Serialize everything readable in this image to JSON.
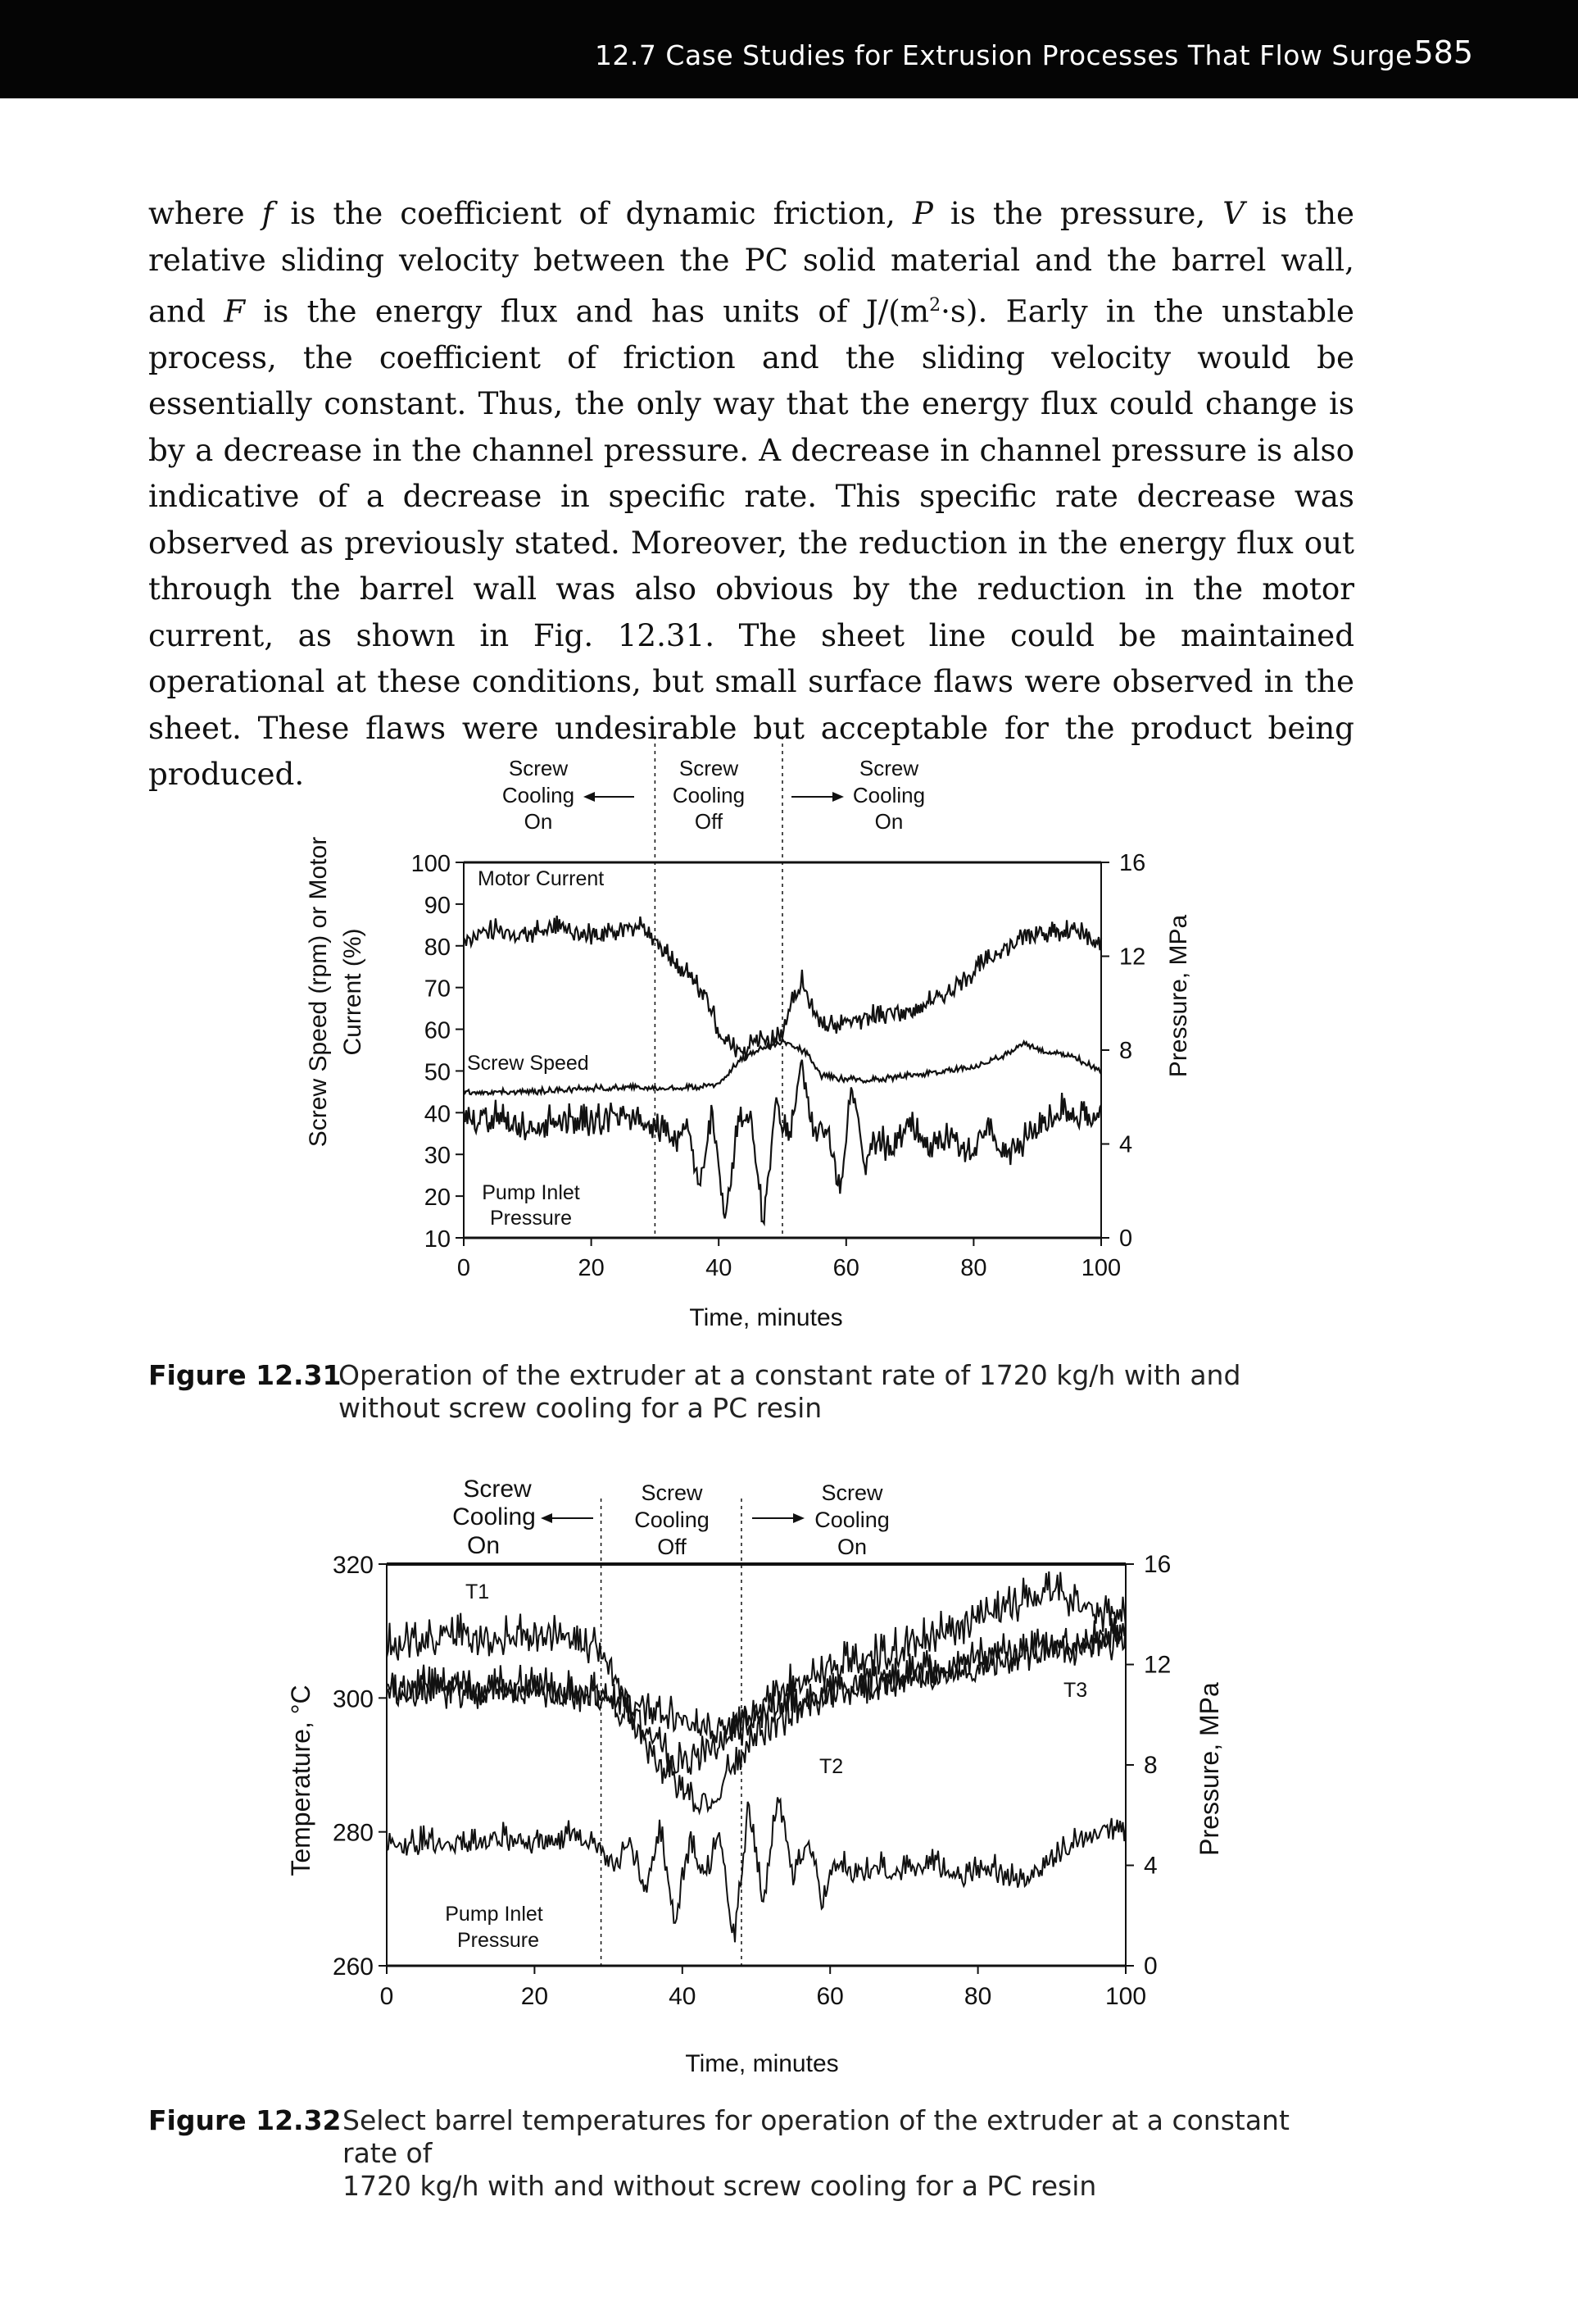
{
  "header": {
    "title": "12.7 Case Studies for Extrusion Processes That Flow Surge",
    "page_number": "585"
  },
  "body": {
    "p1": "where ",
    "f": "f",
    "p2": " is the coefficient of dynamic friction, ",
    "P": "P",
    "p3": " is the pressure, ",
    "V": "V",
    "p4": " is the relative sliding velocity between the PC solid material and the barrel wall, and ",
    "F": "F",
    "p5": " is the energy flux and has units of J/(m",
    "sup": "2",
    "p6": "·s). Early in the unstable process, the coefficient of friction and the sliding velocity would be essentially constant. Thus, the only way that the energy flux could change is by a decrease in the channel pressure. A decrease in channel pressure is also indicative of a decrease in specific rate. This specific rate decrease was observed as previously stated. Moreover, the reduction in the energy flux out through the barrel wall was also obvious by the reduction in the motor current, as shown in Fig. 12.31. The sheet line could be maintained operational at these conditions, but small surface flaws were observed in the sheet. These flaws were undesirable but acceptable for the product being produced."
  },
  "figure1": {
    "label": "Figure 12.31",
    "caption": "Operation of the extruder at a constant rate of 1720 kg/h with and without screw cooling for a PC resin",
    "phase_on_1": [
      "Screw",
      "Cooling",
      "On"
    ],
    "phase_off": [
      "Screw",
      "Cooling",
      "Off"
    ],
    "phase_on_2": [
      "Screw",
      "Cooling",
      "On"
    ],
    "ylabel_left": [
      "Screw Speed (rpm) or Motor",
      "Current (%)"
    ],
    "ylabel_right": "Pressure, MPa",
    "xlabel": "Time, minutes",
    "series_labels": [
      "Motor Current",
      "Screw Speed",
      "Pump Inlet",
      "Pressure"
    ]
  },
  "figure2": {
    "label": "Figure 12.32",
    "caption_l1": "Select barrel temperatures for operation of the extruder at a constant rate of",
    "caption_l2": "1720 kg/h with and without screw cooling for a PC resin",
    "phase_on_1": [
      "Screw",
      "Cooling",
      "On"
    ],
    "phase_off": [
      "Screw",
      "Cooling",
      "Off"
    ],
    "phase_on_2": [
      "Screw",
      "Cooling",
      "On"
    ],
    "ylabel_left": "Temperature, °C",
    "ylabel_right": "Pressure, MPa",
    "xlabel": "Time, minutes",
    "series_labels": [
      "T1",
      "T2",
      "T3",
      "Pump Inlet",
      "Pressure"
    ]
  },
  "chart_data": [
    {
      "type": "line",
      "title": "",
      "xlabel": "Time, minutes",
      "ylabel": "Screw Speed (rpm) or Motor Current (%)",
      "ylabel_right": "Pressure, MPa",
      "xlim": [
        0,
        100
      ],
      "ylim": [
        10,
        100
      ],
      "ylim_right": [
        0,
        16
      ],
      "xticks": [
        0,
        20,
        40,
        60,
        80,
        100
      ],
      "yticks": [
        10,
        20,
        30,
        40,
        50,
        60,
        70,
        80,
        90,
        100
      ],
      "yticks_right": [
        0,
        4,
        8,
        12,
        16
      ],
      "phase_boundaries": [
        30,
        50
      ],
      "series": [
        {
          "name": "Motor Current",
          "axis": "left",
          "x": [
            0,
            5,
            10,
            15,
            20,
            25,
            28,
            30,
            33,
            36,
            38,
            40,
            42,
            44,
            46,
            48,
            50,
            51,
            52,
            53,
            55,
            57,
            60,
            63,
            66,
            70,
            73,
            76,
            78,
            80,
            83,
            86,
            90,
            93,
            96,
            100
          ],
          "y": [
            82,
            84,
            83,
            85,
            83,
            84,
            86,
            82,
            76,
            72,
            68,
            60,
            56,
            55,
            58,
            57,
            60,
            65,
            68,
            72,
            64,
            61,
            62,
            63,
            64,
            65,
            67,
            69,
            72,
            74,
            78,
            81,
            84,
            83,
            84,
            80
          ]
        },
        {
          "name": "Screw Speed",
          "axis": "left",
          "x": [
            0,
            10,
            20,
            30,
            35,
            40,
            43,
            46,
            48,
            50,
            52,
            54,
            56,
            60,
            65,
            70,
            75,
            80,
            85,
            88,
            90,
            95,
            100
          ],
          "y": [
            45,
            45,
            46,
            46,
            46,
            47,
            52,
            55,
            56,
            57,
            56,
            54,
            49,
            48,
            48,
            49,
            50,
            51,
            54,
            57,
            55,
            54,
            50
          ]
        },
        {
          "name": "Pump Inlet Pressure",
          "axis": "right",
          "x": [
            0,
            5,
            10,
            15,
            20,
            25,
            30,
            33,
            35,
            37,
            39,
            41,
            43,
            45,
            47,
            49,
            51,
            53,
            55,
            57,
            59,
            61,
            63,
            65,
            67,
            70,
            73,
            76,
            79,
            82,
            85,
            88,
            91,
            94,
            97,
            100
          ],
          "y": [
            5.0,
            5.2,
            4.8,
            5.1,
            5.0,
            5.3,
            4.9,
            4.0,
            5.2,
            2.0,
            5.5,
            1.0,
            4.8,
            5.3,
            0.5,
            6.0,
            4.0,
            7.5,
            4.5,
            5.0,
            2.0,
            6.5,
            3.0,
            4.5,
            3.5,
            5.0,
            3.8,
            4.5,
            3.6,
            4.8,
            3.5,
            4.2,
            5.0,
            5.6,
            5.2,
            5.4
          ]
        }
      ]
    },
    {
      "type": "line",
      "title": "",
      "xlabel": "Time, minutes",
      "ylabel": "Temperature, °C",
      "ylabel_right": "Pressure, MPa",
      "xlim": [
        0,
        100
      ],
      "ylim": [
        260,
        320
      ],
      "ylim_right": [
        0,
        16
      ],
      "xticks": [
        0,
        20,
        40,
        60,
        80,
        100
      ],
      "yticks": [
        260,
        280,
        300,
        320
      ],
      "yticks_right": [
        0,
        4,
        8,
        12,
        16
      ],
      "phase_boundaries": [
        29,
        48
      ],
      "series": [
        {
          "name": "T1",
          "axis": "left",
          "x": [
            0,
            5,
            10,
            15,
            20,
            25,
            28,
            30,
            33,
            36,
            39,
            42,
            45,
            48,
            50,
            53,
            56,
            60,
            65,
            70,
            75,
            80,
            85,
            88,
            90,
            93,
            96,
            100
          ],
          "y": [
            308,
            309,
            310,
            309,
            310,
            309,
            308,
            305,
            299,
            294,
            291,
            292,
            294,
            296,
            298,
            301,
            303,
            305,
            306,
            308,
            310,
            312,
            314,
            316,
            316,
            315,
            313,
            312
          ]
        },
        {
          "name": "T2",
          "axis": "left",
          "x": [
            0,
            5,
            10,
            15,
            20,
            25,
            28,
            30,
            33,
            36,
            39,
            41,
            43,
            45,
            47,
            50,
            53,
            55,
            58,
            62,
            66,
            70,
            75,
            80,
            85,
            88,
            90,
            95,
            100
          ],
          "y": [
            302,
            302,
            301,
            302,
            302,
            301,
            301,
            300,
            297,
            292,
            288,
            286,
            285,
            287,
            290,
            295,
            297,
            298,
            300,
            302,
            303,
            304,
            305,
            306,
            307,
            308,
            308,
            309,
            310
          ]
        },
        {
          "name": "T3",
          "axis": "left",
          "x": [
            0,
            10,
            20,
            28,
            32,
            36,
            40,
            44,
            48,
            52,
            56,
            60,
            65,
            70,
            75,
            80,
            85,
            88,
            90,
            95,
            100
          ],
          "y": [
            301,
            302,
            301,
            301,
            300,
            298,
            297,
            296,
            297,
            299,
            300,
            301,
            302,
            303,
            304,
            305,
            306,
            307,
            307,
            308,
            309
          ]
        },
        {
          "name": "Pump Inlet Pressure",
          "axis": "right",
          "x": [
            0,
            5,
            10,
            15,
            20,
            25,
            28,
            31,
            33,
            35,
            37,
            39,
            41,
            43,
            45,
            47,
            49,
            51,
            53,
            55,
            57,
            59,
            61,
            63,
            66,
            70,
            74,
            78,
            82,
            86,
            90,
            94,
            97,
            100
          ],
          "y": [
            4.8,
            5.0,
            4.9,
            5.2,
            5.0,
            5.3,
            5.0,
            4.0,
            5.0,
            3.0,
            5.5,
            2.0,
            5.0,
            3.5,
            5.2,
            1.0,
            6.5,
            2.5,
            7.0,
            3.5,
            5.0,
            2.5,
            4.5,
            3.5,
            4.0,
            3.8,
            4.2,
            3.6,
            4.0,
            3.4,
            4.3,
            5.2,
            5.5,
            5.3
          ]
        }
      ]
    }
  ]
}
